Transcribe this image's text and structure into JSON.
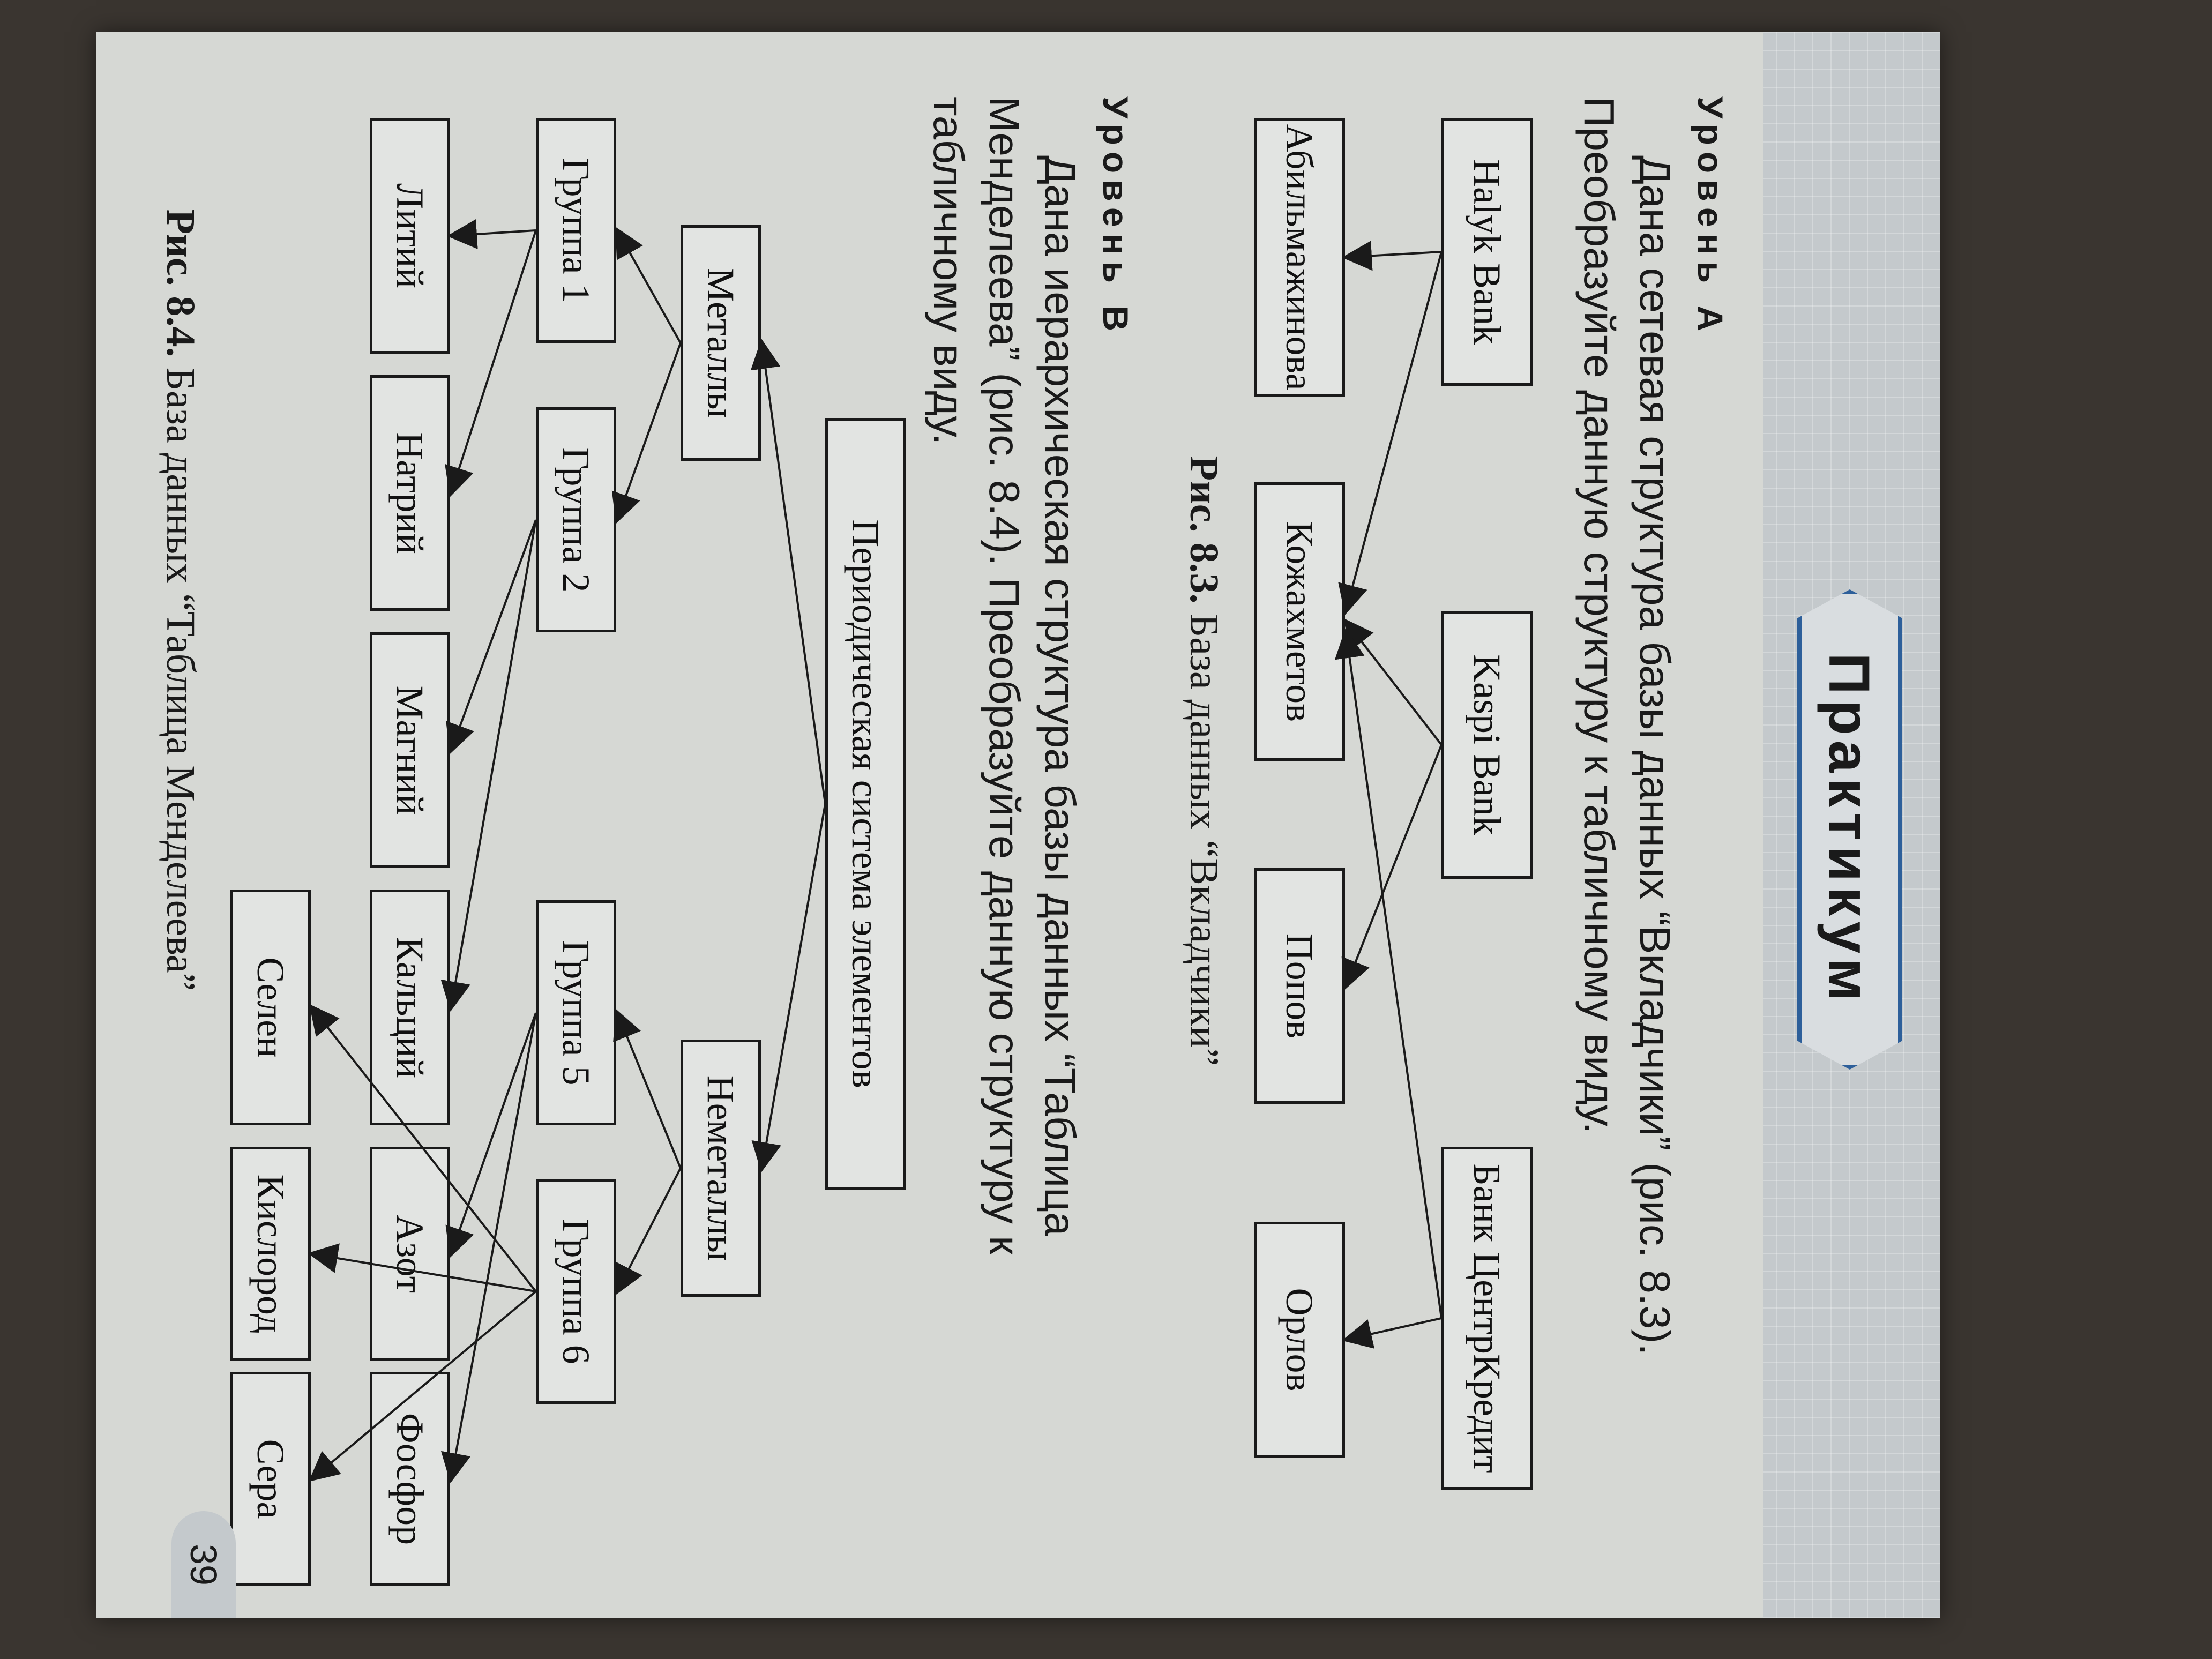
{
  "header": {
    "banner": "Практикум"
  },
  "level_a": {
    "label": "Уровень А",
    "text": "Дана сетевая структура базы данных “Вкладчики” (рис. 8.3). Преобразуйте данную структуру к табличному виду.",
    "banks": [
      "Halyk Bank",
      "Kaspi Bank",
      "Банк ЦентрКредит"
    ],
    "depositors": [
      "Абильмажинова",
      "Кожахметов",
      "Попов",
      "Орлов"
    ],
    "caption_num": "Рис. 8.3.",
    "caption_text": "База данных “Вкладчики”"
  },
  "level_b": {
    "label": "Уровень В",
    "text": "Дана иерархическая структура базы данных “Таблица Менделеева” (рис. 8.4). Преобразуйте данную структуру к табличному виду.",
    "root": "Периодическая система элементов",
    "categories": [
      "Металлы",
      "Неметаллы"
    ],
    "groups": [
      "Группа 1",
      "Группа 2",
      "Группа 5",
      "Группа 6"
    ],
    "elements": [
      "Литий",
      "Натрий",
      "Магний",
      "Кальций",
      "Азот",
      "Фосфор",
      "Кислород",
      "Сера",
      "Селен"
    ],
    "caption_num": "Рис. 8.4.",
    "caption_text": "База данных “Таблица Менделеева”"
  },
  "page_number": "39",
  "colors": {
    "banner_border": "#2d5f9a",
    "mosaic": "#c4c9cc",
    "paper": "#d6d8d4"
  }
}
